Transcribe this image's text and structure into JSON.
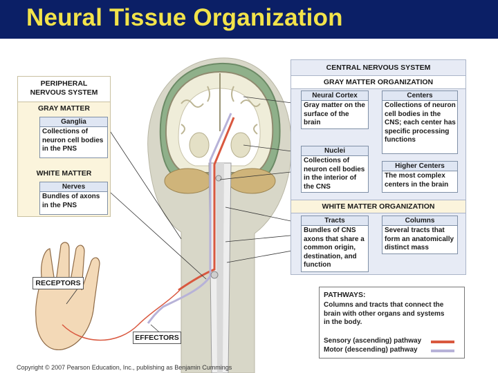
{
  "title": "Neural Tissue Organization",
  "pns": {
    "header": "PERIPHERAL NERVOUS SYSTEM",
    "gray_matter": "GRAY MATTER",
    "ganglia": {
      "title": "Ganglia",
      "text": "Collections of neuron cell bodies in the PNS"
    },
    "white_matter": "WHITE MATTER",
    "nerves": {
      "title": "Nerves",
      "text": "Bundles of axons in the PNS"
    }
  },
  "cns": {
    "header": "CENTRAL NERVOUS SYSTEM",
    "gray_org": "GRAY MATTER ORGANIZATION",
    "neural_cortex": {
      "title": "Neural Cortex",
      "text": "Gray matter on the surface of the brain"
    },
    "centers": {
      "title": "Centers",
      "text": "Collections of neuron cell bodies in the CNS; each center has specific processing functions"
    },
    "nuclei": {
      "title": "Nuclei",
      "text": "Collections of neuron cell bodies in the interior of the CNS"
    },
    "higher_centers": {
      "title": "Higher Centers",
      "text": "The most complex centers in the brain"
    },
    "white_org": "WHITE MATTER ORGANIZATION",
    "tracts": {
      "title": "Tracts",
      "text": "Bundles of CNS axons that share a common origin, destination, and function"
    },
    "columns": {
      "title": "Columns",
      "text": "Several tracts that form an anatomically distinct mass"
    }
  },
  "pathways": {
    "header": "PATHWAYS:",
    "text": "Columns and tracts that connect the brain with other organs and systems in the body.",
    "sensory": "Sensory (ascending) pathway",
    "motor": "Motor (descending) pathway",
    "sensory_color": "#d9583f",
    "motor_color": "#b7b2d8"
  },
  "receptors": "RECEPTORS",
  "effectors": "EFFECTORS",
  "copyright": "Copyright © 2007 Pearson Education, Inc., publishing as Benjamin Cummings",
  "colors": {
    "title_bg": "#0b1f66",
    "title_text": "#f2e34a",
    "pns_panel": "#fbf4dc",
    "cns_panel": "#e7ebf5"
  }
}
